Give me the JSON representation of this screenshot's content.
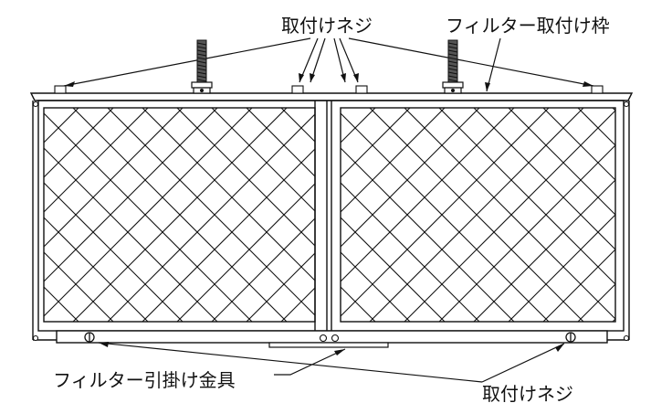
{
  "labels": {
    "screws_top": "取付けネジ",
    "filter_frame": "フィルター取付け枠",
    "hook_bracket": "フィルター引掛け金具",
    "screws_bottom": "取付けネジ"
  },
  "colors": {
    "line": "#111111",
    "background": "#ffffff"
  },
  "icons": [
    "screw-icon",
    "bolt-icon",
    "rivet-icon",
    "mesh-panel"
  ]
}
